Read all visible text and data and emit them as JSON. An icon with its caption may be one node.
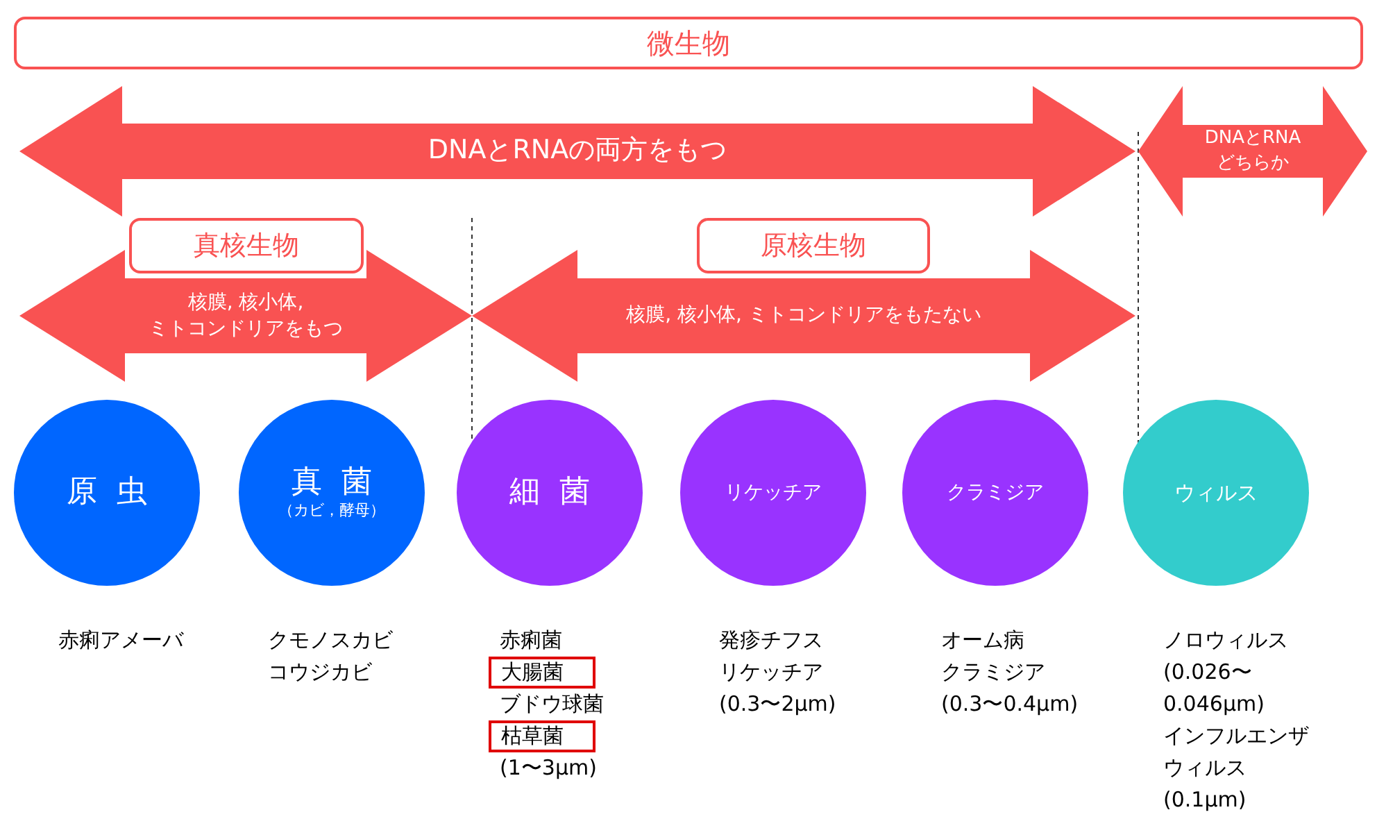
{
  "diagram": {
    "nodes": [
      {
        "text": [
          "微生物"
        ]
      },
      {
        "text": [
          "DNAとRNAの両方をもつ"
        ]
      },
      {
        "text": [
          "DNAとRNAどちらか"
        ]
      },
      {
        "text": [
          "真核生物"
        ]
      },
      {
        "text": [
          "核膜, 核小体, ミトコンドリアをもつ"
        ]
      },
      {
        "text": [
          "原核生物"
        ]
      },
      {
        "text": [
          "核膜, 核小体, ミトコンドリアをもたない"
        ]
      },
      {
        "text": [
          "原虫"
        ],
        "beside": [
          "赤痢アメーバ"
        ]
      },
      {
        "text": [
          "真菌",
          "（カビ，酵母）"
        ],
        "beside": [
          "クモノスカビ",
          "コウジカビ"
        ]
      },
      {
        "text": [
          "細菌"
        ]
      },
      {
        "text": [
          "リケッチア"
        ],
        "beside": [
          "発疹チフス",
          "リケッチア",
          "(0.3〜2μm)"
        ]
      },
      {
        "text": [
          "クラミジア"
        ],
        "beside": [
          "オーム病",
          "クラミジア",
          "(0.3〜0.4μm)"
        ]
      },
      {
        "text": [
          "ウィルス"
        ],
        "beside": [
          "ノロウィルス",
          "(0.026〜0.046μm)",
          "インフルエンザウィルス",
          "(0.1μm)"
        ]
      },
      {
        "text": [
          "大腸菌"
        ]
      },
      {
        "text": [
          "枯草菌"
        ]
      }
    ],
    "labels": [
      "赤痢菌",
      "ブドウ球菌",
      "(1〜3μm)"
    ]
  }
}
